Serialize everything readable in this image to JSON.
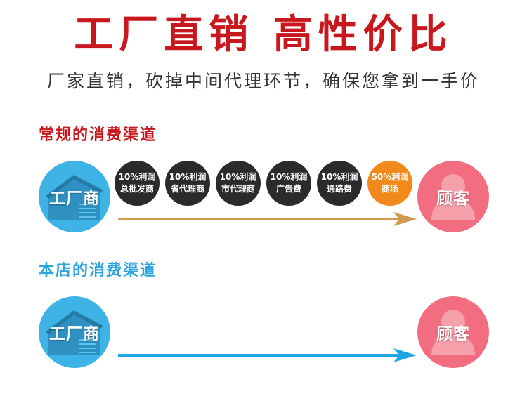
{
  "header": {
    "title": "工厂直销 高性价比",
    "subtitle": "厂家直销，砍掉中间代理环节，确保您拿到一手价"
  },
  "sections": [
    {
      "title": "常规的消费渠道",
      "start_label": "工厂商",
      "end_label": "顾客",
      "intermediaries": [
        {
          "profit": "10%利润",
          "name": "总批发商"
        },
        {
          "profit": "10%利润",
          "name": "省代理商"
        },
        {
          "profit": "10%利润",
          "name": "市代理商"
        },
        {
          "profit": "10%利润",
          "name": "广告费"
        },
        {
          "profit": "10%利润",
          "name": "通路费"
        },
        {
          "profit": "50%利润",
          "name": "商场"
        }
      ]
    },
    {
      "title": "本店的消费渠道",
      "start_label": "工厂商",
      "end_label": "顾客"
    }
  ],
  "colors": {
    "title_red": "#c8181e",
    "section_blue": "#2ba3dc",
    "factory_blue": "#3db3e6",
    "customer_pink": "#f26d80",
    "pill_dark": "#2b2b2b",
    "pill_orange": "#f28a1b",
    "arrow_gold": "#d19a55",
    "arrow_blue": "#1ea7e4"
  },
  "icons": {
    "factory": "warehouse-icon",
    "customer": "person-icon"
  }
}
